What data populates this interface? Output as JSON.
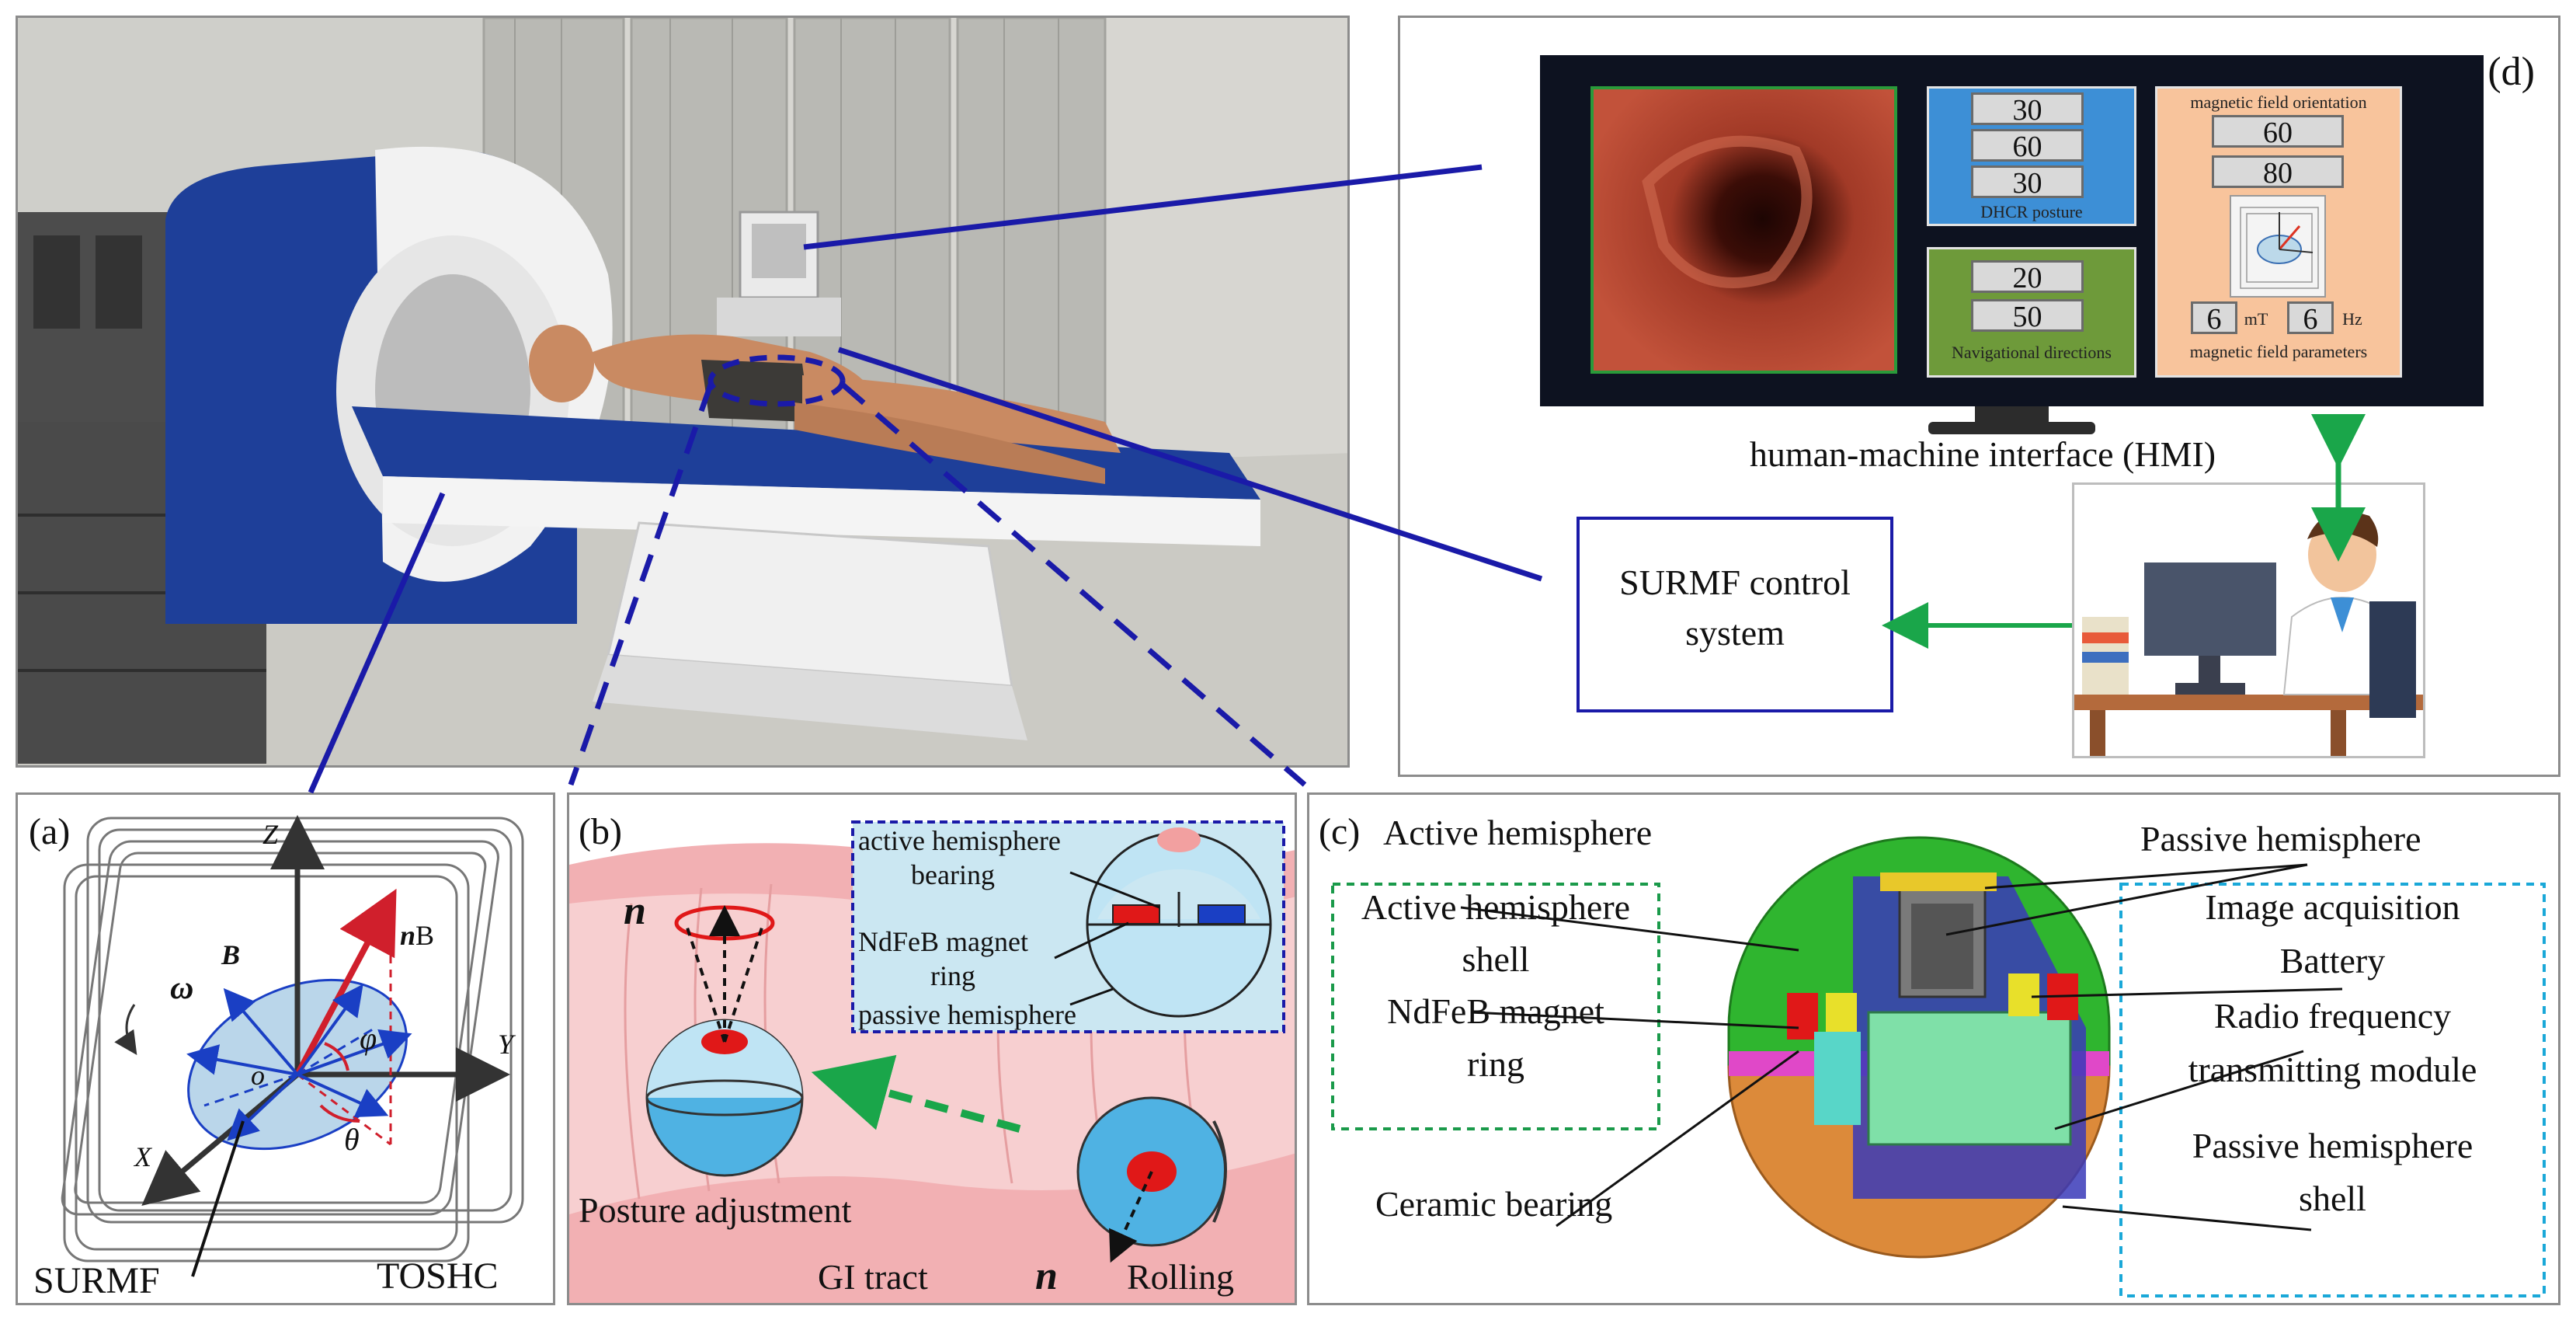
{
  "panel_a": {
    "label": "(a)",
    "axes": {
      "z": "Z",
      "y": "Y",
      "x": "X",
      "origin": "o"
    },
    "symbols": {
      "omega": "ω",
      "b": "B",
      "nb_n": "n",
      "nb_sub": "B",
      "phi": "φ",
      "theta": "θ"
    },
    "surmf": "SURMF",
    "toshc": "TOSHC"
  },
  "panel_b": {
    "label": "(b)",
    "inset": {
      "active_line1": "active hemisphere",
      "active_line2": "bearing",
      "magnet_line1": "NdFeB magnet",
      "magnet_line2": "ring",
      "passive": "passive hemisphere"
    },
    "n_top": "n",
    "n_bottom": "n",
    "posture": "Posture adjustment",
    "gi": "GI tract",
    "rolling": "Rolling"
  },
  "panel_c": {
    "label": "(c)",
    "active_title": "Active hemisphere",
    "passive_title": "Passive hemisphere",
    "left_box_line1": "Active hemisphere",
    "left_box_line2": "shell",
    "left_box_line3": "NdFeB magnet",
    "left_box_line4": "ring",
    "ceramic": "Ceramic bearing",
    "right_line1": "Image acquisition",
    "right_line2": "Battery",
    "right_line3": "Radio frequency",
    "right_line4": "transmitting module",
    "right_line5": "Passive hemisphere",
    "right_line6": "shell"
  },
  "panel_d": {
    "label": "(d)",
    "hmi_caption": "human-machine interface (HMI)",
    "control_line1": "SURMF control",
    "control_line2": "system",
    "posture_values": [
      "30",
      "60",
      "30"
    ],
    "posture_caption": "DHCR posture",
    "nav_values": [
      "20",
      "50"
    ],
    "nav_caption": "Navigational directions",
    "orientation_caption": "magnetic field orientation",
    "orientation_values": [
      "60",
      "80"
    ],
    "field_values": [
      "6",
      "6"
    ],
    "field_units": [
      "mT",
      "Hz"
    ],
    "field_caption": "magnetic field parameters"
  },
  "colors": {
    "connector_blue": "#1a1aa8",
    "arrow_green": "#1aa64a",
    "machine_blue": "#1e3f99",
    "inset_bg": "#cbe7f2",
    "orange_panel": "#f8c49c",
    "blue_panel": "#3d8fd6",
    "green_panel": "#6e9a3a"
  }
}
